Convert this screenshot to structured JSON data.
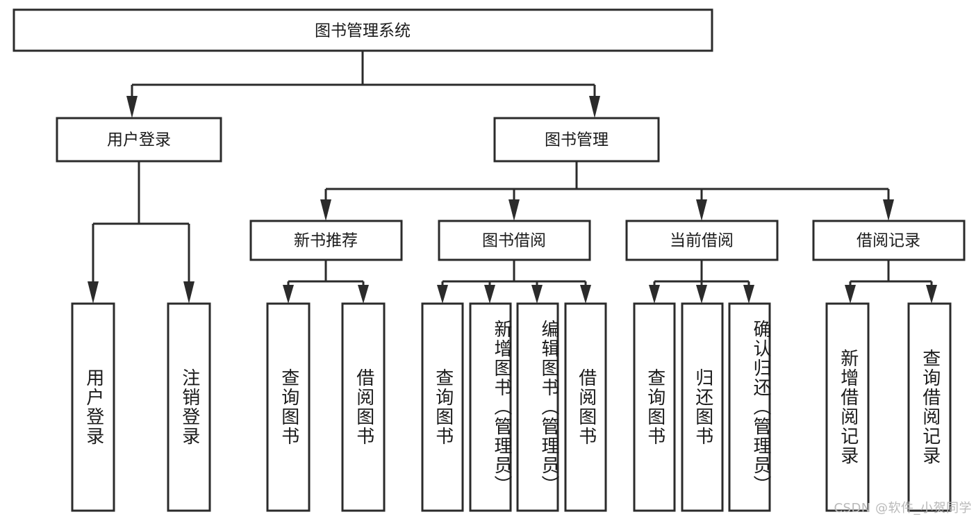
{
  "diagram": {
    "type": "tree-hierarchy-chart",
    "title": "图书管理系统",
    "watermark": "CSDN @软件_小贺同学",
    "colors": {
      "stroke": "#2b2b2b",
      "fill": "#ffffff",
      "text": "#1a1a1a",
      "watermark": "#b9b9b9",
      "background": "#ffffff"
    },
    "levels": {
      "root": {
        "label": "图书管理系统"
      },
      "level2": [
        {
          "label": "用户登录"
        },
        {
          "label": "图书管理"
        }
      ],
      "level3": [
        {
          "label": "新书推荐"
        },
        {
          "label": "图书借阅"
        },
        {
          "label": "当前借阅"
        },
        {
          "label": "借阅记录"
        }
      ],
      "leaves": [
        {
          "label": "用户登录",
          "parent": "用户登录"
        },
        {
          "label": "注销登录",
          "parent": "用户登录"
        },
        {
          "label": "查询图书",
          "parent": "新书推荐"
        },
        {
          "label": "借阅图书",
          "parent": "新书推荐"
        },
        {
          "label": "查询图书",
          "parent": "图书借阅"
        },
        {
          "label": "新增图书（管理员）",
          "parent": "图书借阅"
        },
        {
          "label": "编辑图书（管理员）",
          "parent": "图书借阅"
        },
        {
          "label": "借阅图书",
          "parent": "图书借阅"
        },
        {
          "label": "查询图书",
          "parent": "当前借阅"
        },
        {
          "label": "归还图书",
          "parent": "当前借阅"
        },
        {
          "label": "确认归还（管理员）",
          "parent": "当前借阅"
        },
        {
          "label": "新增借阅记录",
          "parent": "借阅记录"
        },
        {
          "label": "查询借阅记录",
          "parent": "借阅记录"
        }
      ]
    }
  }
}
